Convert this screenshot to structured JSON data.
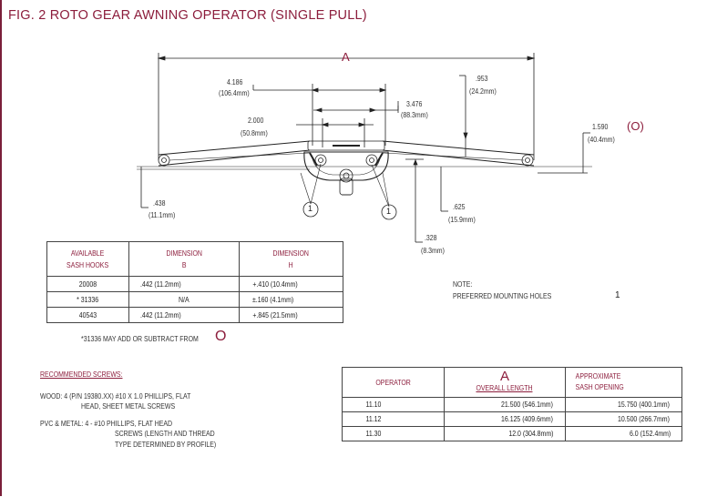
{
  "title": "FIG. 2  ROTO GEAR AWNING OPERATOR (SINGLE PULL)",
  "dimensions": {
    "a_label": "A",
    "d1_in": "4.186",
    "d1_mm": "(106.4mm)",
    "d2_in": "2.000",
    "d2_mm": "(50.8mm)",
    "d3_in": "3.476",
    "d3_mm": "(88.3mm)",
    "d4_in": ".953",
    "d4_mm": "(24.2mm)",
    "d5_in": "1.590",
    "d5_mm": "(40.4mm)",
    "o_label": "(O)",
    "d6_in": ".438",
    "d6_mm": "(11.1mm)",
    "d7_in": ".625",
    "d7_mm": "(15.9mm)",
    "d8_in": ".328",
    "d8_mm": "(8.3mm)",
    "callout": "1"
  },
  "note": {
    "label": "NOTE:",
    "text": "PREFERRED MOUNTING HOLES",
    "callout": "1"
  },
  "hooks_table": {
    "headers": [
      "AVAILABLE\nSASH HOOKS",
      "DIMENSION\nB",
      "DIMENSION\nH"
    ],
    "h1a": "AVAILABLE",
    "h1b": "SASH HOOKS",
    "h2a": "DIMENSION",
    "h2b": "B",
    "h3a": "DIMENSION",
    "h3b": "H",
    "rows": [
      {
        "hook": "20008",
        "b": ".442 (11.2mm)",
        "h": "+.410 (10.4mm)"
      },
      {
        "hook": "* 31336",
        "b": "N/A",
        "h": "±.160 (4.1mm)"
      },
      {
        "hook": "40543",
        "b": ".442 (11.2mm)",
        "h": "+.845 (21.5mm)"
      }
    ],
    "footnote": "*31336  MAY ADD OR SUBTRACT FROM",
    "footnote_symbol": "O"
  },
  "screws": {
    "heading": "RECOMMENDED SCREWS:",
    "wood_1": "WOOD: 4 (P/N 19380.XX) #10 X 1.0 PHILLIPS, FLAT",
    "wood_2": "HEAD,  SHEET METAL SCREWS",
    "pvc_1": "PVC & METAL: 4 - #10 PHILLIPS, FLAT HEAD",
    "pvc_2": "SCREWS (LENGTH AND THREAD",
    "pvc_3": "TYPE DETERMINED BY PROFILE)"
  },
  "operator_table": {
    "h_operator": "OPERATOR",
    "h_a": "A",
    "h_overall": "OVERALL LENGTH",
    "h_approx": "APPROXIMATE",
    "h_sash": "SASH OPENING",
    "rows": [
      {
        "operator": "11.10",
        "length": "21.500 (546.1mm)",
        "opening": "15.750 (400.1mm)"
      },
      {
        "operator": "11.12",
        "length": "16.125 (409.6mm)",
        "opening": "10.500 (266.7mm)"
      },
      {
        "operator": "11.30",
        "length": "12.0 (304.8mm)",
        "opening": "6.0  (152.4mm)"
      }
    ]
  },
  "colors": {
    "accent": "#8c1d3c",
    "line": "#222222"
  }
}
